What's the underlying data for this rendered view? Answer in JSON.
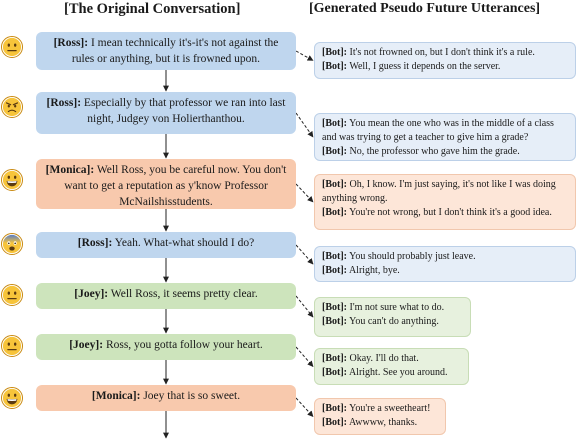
{
  "titles": {
    "left": "[The Original Conversation]",
    "right": "[Generated Pseudo Future Utterances]"
  },
  "conversation": [
    {
      "speaker": "[Ross]:",
      "text": "I mean technically it's-it's not against the rules or anything, but it is frowned upon.",
      "emotion": "neutral-face-icon"
    },
    {
      "speaker": "[Ross]:",
      "text": "Especially by that professor we ran into last night, Judgey von Holierthanthou.",
      "emotion": "angry-face-icon"
    },
    {
      "speaker": "[Monica]:",
      "text": "Well Ross, you be careful now. You don't want to get a reputation as y'know Professor McNailshisstudents.",
      "emotion": "grinning-face-icon"
    },
    {
      "speaker": "[Ross]:",
      "text": "Yeah. What-what should I do?",
      "emotion": "fearful-face-icon"
    },
    {
      "speaker": "[Joey]:",
      "text": "Well Ross, it seems pretty clear.",
      "emotion": "neutral-face-icon"
    },
    {
      "speaker": "[Joey]:",
      "text": "Ross, you gotta follow your heart.",
      "emotion": "neutral-face-icon"
    },
    {
      "speaker": "[Monica]:",
      "text": "Joey that is so sweet.",
      "emotion": "grinning-face-icon"
    }
  ],
  "generated": [
    {
      "lines": [
        {
          "bot": "[Bot]:",
          "text": "It's not frowned on, but I don't think it's a rule."
        },
        {
          "bot": "[Bot]:",
          "text": "Well, I guess it depends on the server."
        }
      ]
    },
    {
      "lines": [
        {
          "bot": "[Bot]:",
          "text": "You mean the one who was in the middle of a class and was trying to get a teacher to give him a grade?"
        },
        {
          "bot": "[Bot]:",
          "text": "No, the professor who gave him the grade."
        }
      ]
    },
    {
      "lines": [
        {
          "bot": "[Bot]:",
          "text": "Oh, I know. I'm just saying, it's not like I was doing anything wrong."
        },
        {
          "bot": "[Bot]:",
          "text": "You're not wrong, but I don't think it's a good idea."
        }
      ]
    },
    {
      "lines": [
        {
          "bot": "[Bot]:",
          "text": "You should probably just leave."
        },
        {
          "bot": "[Bot]:",
          "text": "Alright, bye."
        }
      ]
    },
    {
      "lines": [
        {
          "bot": "[Bot]:",
          "text": "I'm not sure what to do."
        },
        {
          "bot": "[Bot]:",
          "text": "You can't do anything."
        }
      ]
    },
    {
      "lines": [
        {
          "bot": "[Bot]:",
          "text": "Okay. I'll do that."
        },
        {
          "bot": "[Bot]:",
          "text": "Alright. See you around."
        }
      ]
    },
    {
      "lines": [
        {
          "bot": "[Bot]:",
          "text": "You're a sweetheart!"
        },
        {
          "bot": "[Bot]:",
          "text": "Awwww, thanks."
        }
      ]
    }
  ],
  "colors": {
    "ross": "#bfd6ee",
    "monica": "#f8c9ad",
    "joey": "#cde4bc",
    "emoji_yellow": "#f7c43a"
  }
}
